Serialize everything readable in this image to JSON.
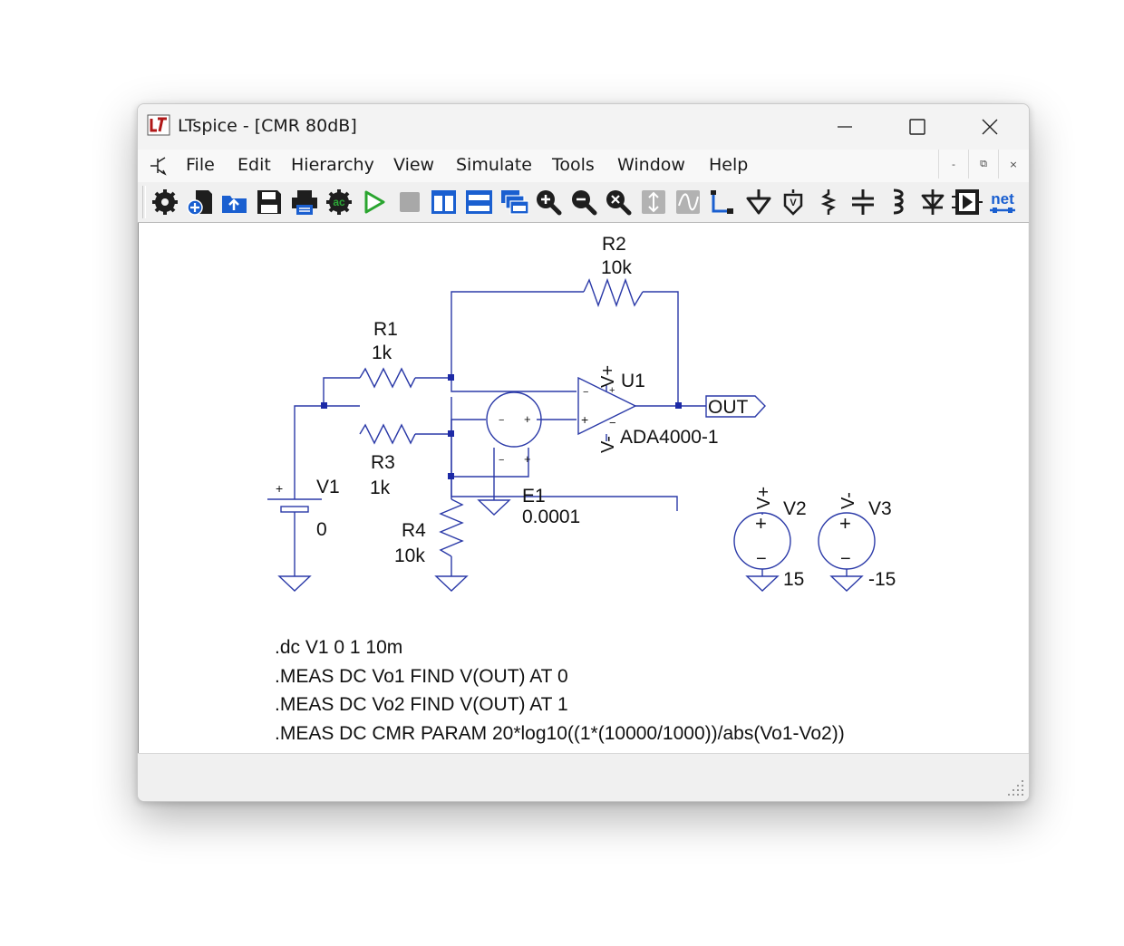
{
  "window": {
    "title": "LTspice - [CMR 80dB]"
  },
  "menu": {
    "items": [
      "File",
      "Edit",
      "Hierarchy",
      "View",
      "Simulate",
      "Tools",
      "Window",
      "Help"
    ],
    "mdi_buttons": [
      "-",
      "⧉",
      "×"
    ]
  },
  "toolbar": {
    "icons": [
      "settings-icon",
      "new-schematic-icon",
      "open-icon",
      "save-icon",
      "print-icon",
      "ac-analysis-icon",
      "run-icon",
      "halt-icon",
      "tile-vertical-icon",
      "tile-horizontal-icon",
      "cascade-icon",
      "zoom-in-icon",
      "zoom-out-icon",
      "zoom-fit-icon",
      "autorange-icon",
      "waveform-icon",
      "draw-wire-icon",
      "ground-icon",
      "label-net-icon",
      "resistor-icon",
      "capacitor-icon",
      "inductor-icon",
      "diode-icon",
      "component-icon",
      "spice-netlist-icon"
    ],
    "net_label": "net",
    "ac_label": "ac"
  },
  "schematic": {
    "components": {
      "R1": {
        "name": "R1",
        "value": "1k"
      },
      "R2": {
        "name": "R2",
        "value": "10k"
      },
      "R3": {
        "name": "R3",
        "value": "1k"
      },
      "R4": {
        "name": "R4",
        "value": "10k"
      },
      "V1": {
        "name": "V1",
        "value": "0"
      },
      "V2": {
        "name": "V2",
        "value": "15",
        "net": "V+"
      },
      "V3": {
        "name": "V3",
        "value": "-15",
        "net": "V-"
      },
      "E1": {
        "name": "E1",
        "value": "0.0001"
      },
      "U1": {
        "name": "U1",
        "value": "ADA4000-1",
        "vplus": "V+",
        "vminus": "V-"
      }
    },
    "out_label": "OUT",
    "plus": "+",
    "minus": "−",
    "directives": [
      ".dc V1 0 1 10m",
      ".MEAS DC Vo1 FIND V(OUT) AT 0",
      ".MEAS DC Vo2 FIND V(OUT) AT 1",
      ".MEAS DC CMR PARAM 20*log10((1*(10000/1000))/abs(Vo1-Vo2))"
    ]
  },
  "colors": {
    "wire": "#2b3aa8",
    "junction": "#1d2aa6",
    "toolbar_blue": "#1a5fd0",
    "toolbar_dark": "#1e1e1e"
  }
}
